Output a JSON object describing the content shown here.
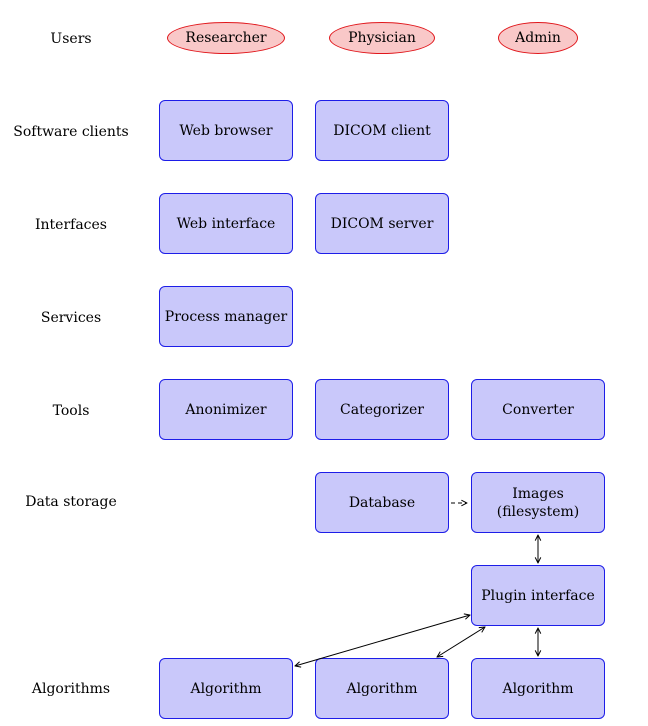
{
  "rows": {
    "users": "Users",
    "software_clients": "Software clients",
    "interfaces": "Interfaces",
    "services": "Services",
    "tools": "Tools",
    "data_storage": "Data storage",
    "algorithms": "Algorithms"
  },
  "users": {
    "researcher": "Researcher",
    "physician": "Physician",
    "admin": "Admin"
  },
  "software_clients": {
    "web_browser": "Web browser",
    "dicom_client": "DICOM client"
  },
  "interfaces": {
    "web_interface": "Web interface",
    "dicom_server": "DICOM server"
  },
  "services": {
    "process_manager": "Process manager"
  },
  "tools": {
    "anonimizer": "Anonimizer",
    "categorizer": "Categorizer",
    "converter": "Converter"
  },
  "data_storage": {
    "database": "Database",
    "images_line1": "Images",
    "images_line2": "(filesystem)"
  },
  "plugin": {
    "plugin_interface": "Plugin interface"
  },
  "algorithms": {
    "algorithm_1": "Algorithm",
    "algorithm_2": "Algorithm",
    "algorithm_3": "Algorithm"
  },
  "colors": {
    "user_fill": "#f9c8c8",
    "user_border": "#e0161b",
    "box_fill": "#c9c8fa",
    "box_border": "#1d1de8"
  }
}
